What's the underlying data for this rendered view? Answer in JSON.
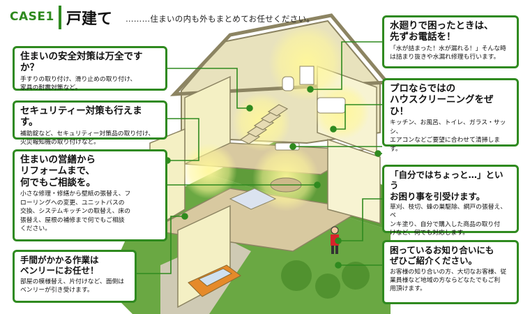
{
  "header": {
    "case_label": "CASE1",
    "title": "戸建て",
    "subtitle": "………住まいの内も外もまとめてお任せください。"
  },
  "callouts": [
    {
      "id": "safety",
      "heading": [
        "住まいの安全対策は万全ですか？"
      ],
      "body": [
        "手すりの取り付け、滑り止めの取り付け、",
        "家具の耐震対策など。"
      ]
    },
    {
      "id": "security",
      "heading": [
        "セキュリティー対策も行えます。"
      ],
      "body": [
        "補助錠など、セキュリティー対策品の取り付け、",
        "火災報知機の取り付けなど。"
      ]
    },
    {
      "id": "reform",
      "heading": [
        "住まいの営繕から",
        "リフォームまで、",
        "何でもご相談を。"
      ],
      "body": [
        "小さな修理・修繕から壁紙の張替え、フ",
        "ローリングへの変更、ユニットバスの",
        "交換、システムキッチンの取替え、床の",
        "張替え、屋根の補修まで何でもご相談",
        "ください。"
      ]
    },
    {
      "id": "labor",
      "heading": [
        "手間がかかる作業は",
        "ベンリーにお任せ！"
      ],
      "body": [
        "部屋の模様替え、片付けなど、面倒は",
        "ベンリーが引き受けます。"
      ]
    },
    {
      "id": "water",
      "heading": [
        "水廻りで困ったときは、",
        "先ずお電話を！"
      ],
      "body": [
        "「水が詰まった！水が漏れる！」そんな時",
        "は詰まり抜きや水漏れ修理も行います。"
      ]
    },
    {
      "id": "cleaning",
      "heading": [
        "プロならではの",
        "ハウスクリーニングをぜひ！"
      ],
      "body": [
        "キッチン、お風呂、トイレ、ガラス・サッシ、",
        "エアコンなどご要望に合わせて清掃します。"
      ]
    },
    {
      "id": "odd-jobs",
      "heading": [
        "「自分ではちょっと…」という",
        "お困り事を引受けます。"
      ],
      "body": [
        "草刈、枝切、蜂の巣駆除、網戸の張替え、ペ",
        "ンキ塗り、自分で購入した商品の取り付",
        "けなど、何でも対応します。"
      ]
    },
    {
      "id": "referral",
      "heading": [
        "困っているお知り合いにも",
        "ぜひご紹介ください。"
      ],
      "body": [
        "お客様の知り合いの方、大切なお客様、従",
        "業員様など地域の方ならどなたでもご利",
        "用頂けます。"
      ]
    }
  ],
  "colors": {
    "accent_green": "#2f8a1f",
    "wall_cream": "#f4f0c4",
    "floor_tan": "#d8c9a0",
    "roof_edge": "#8c8462",
    "grass": "#5f9c3a",
    "glow": "#fff79a"
  }
}
